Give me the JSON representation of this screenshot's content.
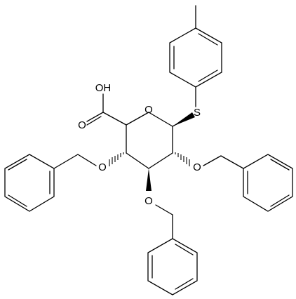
{
  "figure": {
    "type": "chemical-structure",
    "ink_color": "#000000",
    "background_color": "#ffffff"
  },
  "atom_labels": {
    "acid_oh": "OH",
    "acid_carbonyl_o": "O",
    "ring_o": "O",
    "thio_s": "S",
    "c4_ether_o": "O",
    "c2_ether_o": "O",
    "c3_ether_o": "O"
  }
}
